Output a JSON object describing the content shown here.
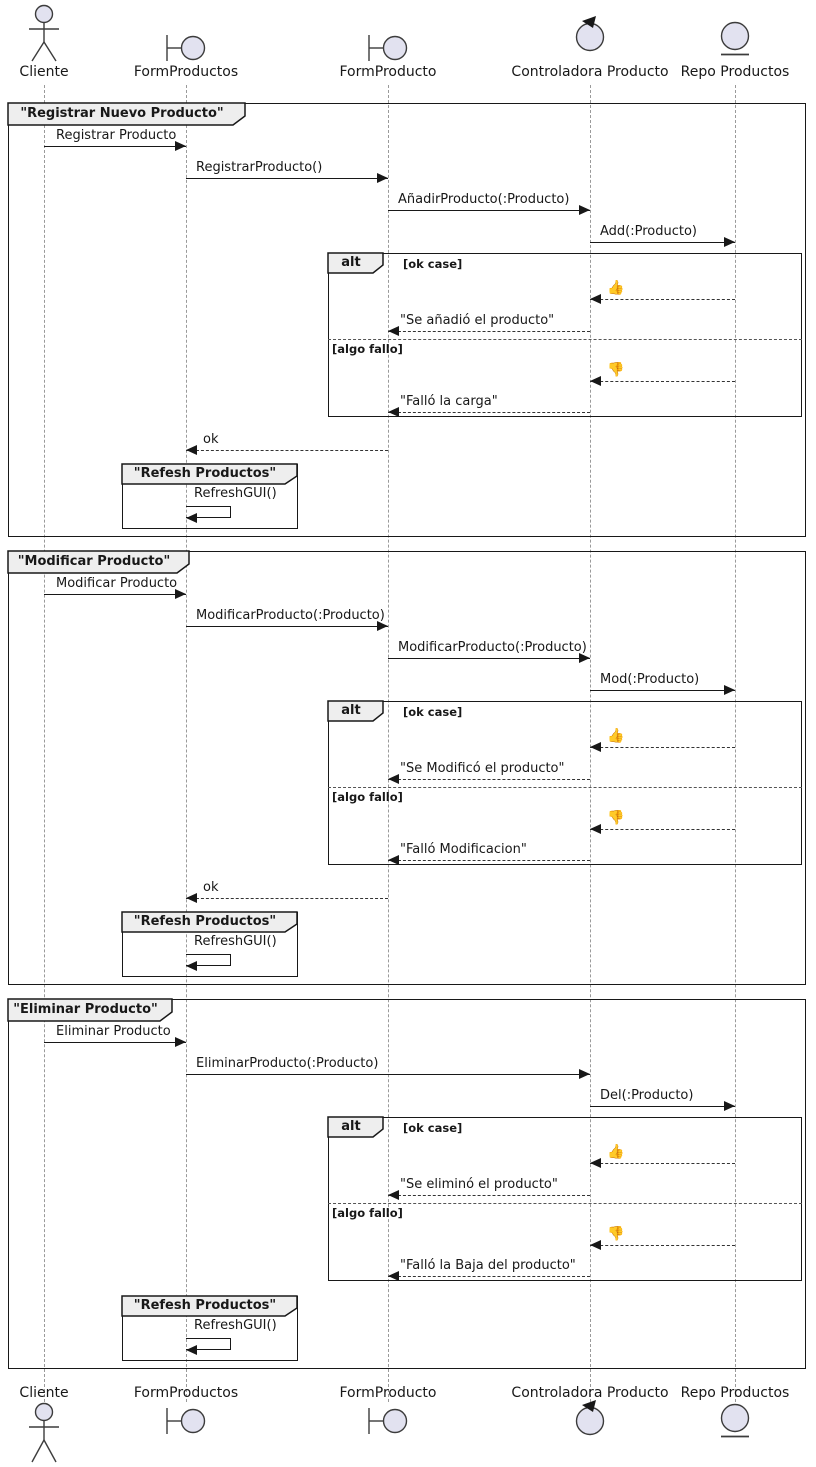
{
  "diagram_type": "uml-sequence-diagram",
  "colors": {
    "icon_fill": "#E2E2F0",
    "line": "#181818",
    "tab_background": "#EEEEEE",
    "lifeline": "#9A9A9A"
  },
  "participants": [
    {
      "label": "Cliente",
      "type": "actor"
    },
    {
      "label": "FormProductos",
      "type": "boundary"
    },
    {
      "label": "FormProducto",
      "type": "boundary"
    },
    {
      "label": "Controladora Producto",
      "type": "control"
    },
    {
      "label": "Repo Productos",
      "type": "entity"
    }
  ],
  "alt": {
    "keyword": "alt",
    "guard_ok": "[ok case]",
    "guard_fail": "[algo fallo]"
  },
  "icons": {
    "thumbs_up": "👍",
    "thumbs_down": "👎"
  },
  "refresh": {
    "title": "\"Refesh Productos\"",
    "message": "RefreshGUI()"
  },
  "sections": [
    {
      "title": "\"Registrar Nuevo Producto\"",
      "messages": {
        "m1": "Registrar Producto",
        "m2": "RegistrarProducto()",
        "m3": "AñadirProducto(:Producto)",
        "m4": "Add(:Producto)",
        "ok_reply": "\"Se añadió el producto\"",
        "fail_reply": "\"Falló la carga\"",
        "return_ok": "ok"
      }
    },
    {
      "title": "\"Modificar Producto\"",
      "messages": {
        "m1": "Modificar Producto",
        "m2": "ModificarProducto(:Producto)",
        "m3": "ModificarProducto(:Producto)",
        "m4": "Mod(:Producto)",
        "ok_reply": "\"Se Modificó el producto\"",
        "fail_reply": "\"Falló Modificacion\"",
        "return_ok": "ok"
      }
    },
    {
      "title": "\"Eliminar Producto\"",
      "messages": {
        "m1": "Eliminar Producto",
        "m2": "EliminarProducto(:Producto)",
        "m3": "Del(:Producto)",
        "ok_reply": "\"Se eliminó el producto\"",
        "fail_reply": "\"Falló la Baja del producto\""
      }
    }
  ]
}
